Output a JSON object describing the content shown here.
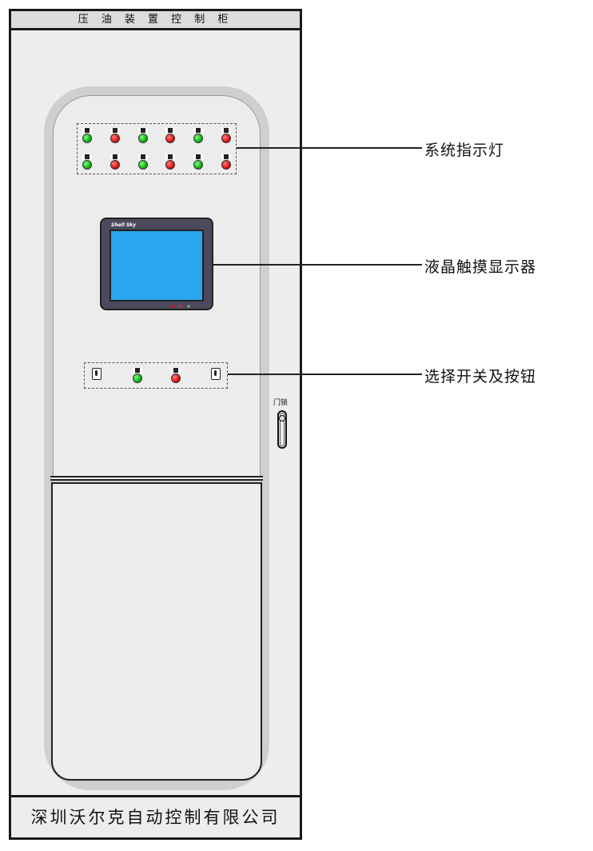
{
  "cabinet": {
    "title": "压 油 装 置 控 制 柜",
    "footer": "深圳沃尔克自动控制有限公司"
  },
  "indicator_lamps": {
    "row1": [
      "green",
      "red",
      "green",
      "red",
      "green",
      "red"
    ],
    "row2": [
      "green",
      "red",
      "green",
      "red",
      "green",
      "red"
    ]
  },
  "hmi": {
    "brand": "Shell Sky"
  },
  "controls": [
    "selector-switch",
    "green-button",
    "red-button",
    "selector-switch"
  ],
  "callouts": {
    "indicators": "系统指示灯",
    "display": "液晶触摸显示器",
    "switches": "选择开关及按钮"
  },
  "door_lock": {
    "label": "门锁"
  },
  "colors": {
    "lamp_green": "#10b010",
    "lamp_red": "#e01010",
    "screen_blue": "#2aa6ef",
    "panel_bg": "#ececec"
  }
}
